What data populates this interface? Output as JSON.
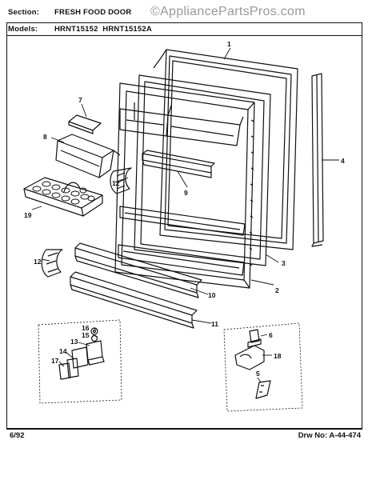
{
  "header": {
    "section_label": "Section:",
    "section_value": "FRESH FOOD DOOR",
    "models_label": "Models:",
    "models_value": "HRNT15152  HRNT15152A"
  },
  "watermark": "©AppliancePartsPros.com",
  "footer": {
    "date": "6/92",
    "drawing_number": "Drw No: A-44-474"
  },
  "callouts": [
    "1",
    "2",
    "3",
    "4",
    "5",
    "6",
    "7",
    "8",
    "9",
    "10",
    "11",
    "12",
    "12",
    "13",
    "14",
    "15",
    "16",
    "17",
    "18",
    "19"
  ]
}
